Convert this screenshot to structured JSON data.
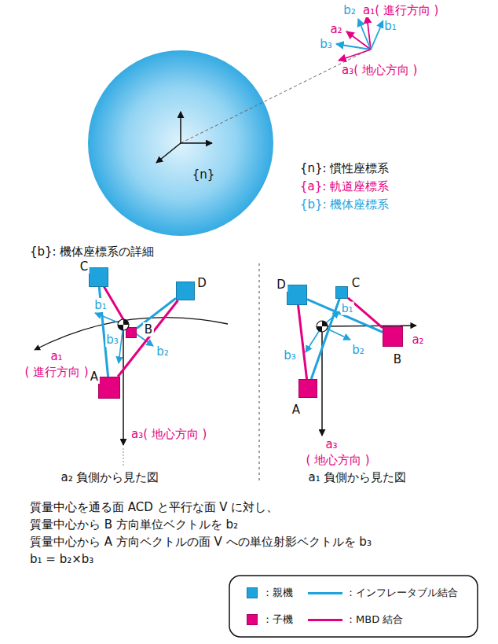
{
  "diagram": {
    "nodes": [
      {
        "text": [
          "C"
        ]
      },
      {
        "text": [
          "D"
        ]
      },
      {
        "text": [
          "B"
        ]
      },
      {
        "text": [
          "A"
        ]
      },
      {
        "text": [
          "D"
        ]
      },
      {
        "text": [
          "C"
        ]
      },
      {
        "text": [
          "B"
        ]
      },
      {
        "text": [
          "A"
        ]
      }
    ],
    "edges": [
      {
        "from": 0,
        "to": 2,
        "arrow": "none"
      },
      {
        "from": 0,
        "to": 3,
        "arrow": "none"
      },
      {
        "from": 3,
        "to": 1,
        "arrow": "none"
      },
      {
        "from": 2,
        "to": 1,
        "arrow": "none"
      },
      {
        "from": 4,
        "to": 6,
        "arrow": "none"
      },
      {
        "from": 5,
        "to": 6,
        "arrow": "none"
      },
      {
        "from": 4,
        "to": 7,
        "arrow": "none"
      },
      {
        "from": 7,
        "to": 5,
        "arrow": "none"
      }
    ],
    "labels": [
      "b₂",
      "a₁( 進行方向 )",
      "a₂",
      "b₁",
      "b₃",
      "a₃( 地心方向 )",
      "{n}",
      "{n}: 慣性座標系",
      "{a}: 軌道座標系",
      "{b}: 機体座標系",
      "{b}: 機体座標系の詳細",
      "b₁",
      "b₃",
      "b₂",
      "a₁",
      "( 進行方向 )",
      "a₃( 地心方向 )",
      "a₂ 負側から見た図",
      "b₁",
      "b₂",
      "b₃",
      "a₂",
      "a₃",
      "( 地心方向 )",
      "a₁ 負側から見た図",
      "質量中心を通る面 ACD と平行な面 V に対し、",
      "質量中心から B 方向単位ベクトルを b₂",
      "質量中心から A 方向ベクトルの面 V への単位射影ベクトルを b₃",
      "b₁ = b₂×b₃"
    ],
    "legend": [
      {
        "text": "：親機",
        "color": "#1fa3dd"
      },
      {
        "text": "：インフレータブル結合"
      },
      {
        "text": "：子機",
        "color": "#e4007f"
      },
      {
        "text": "：MBD 結合"
      }
    ]
  }
}
